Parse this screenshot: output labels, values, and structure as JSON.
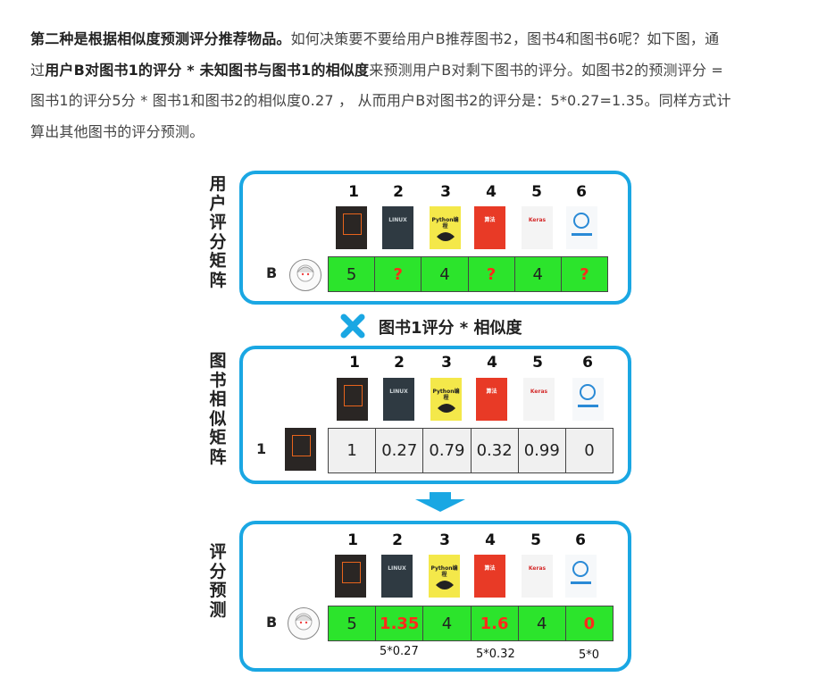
{
  "paragraph": {
    "l1_bold": "第二种是根据相似度预测评分推荐物品。",
    "l1_rest": "如何决策要不要给用户B推荐图书2，图书4和图书6呢？如下图，通",
    "l2_start": "过",
    "l2_bold": "用户B对图书1的评分 * 未知图书与图书1的相似度",
    "l2_rest": "来预测用户B对剩下图书的评分。如图书2的预测评分 =",
    "l3": " 图书1的评分5分 * 图书1和图书2的相似度0.27 ， 从而用户B对图书2的评分是：5*0.27=1.35。同样方式计",
    "l4": "算出其他图书的评分预测。"
  },
  "panel1": {
    "label": [
      "用",
      "户",
      "评",
      "分",
      "矩",
      "阵"
    ],
    "numbers": [
      "1",
      "2",
      "3",
      "4",
      "5",
      "6"
    ],
    "row_label": "B",
    "cells": [
      "5",
      "?",
      "4",
      "?",
      "4",
      "?"
    ]
  },
  "multiply": {
    "text": "图书1评分 * 相似度"
  },
  "panel2": {
    "label": [
      "图",
      "书",
      "相",
      "似",
      "矩",
      "阵"
    ],
    "numbers": [
      "1",
      "2",
      "3",
      "4",
      "5",
      "6"
    ],
    "row_label": "1",
    "cells": [
      "1",
      "0.27",
      "0.79",
      "0.32",
      "0.99",
      "0"
    ]
  },
  "panel3": {
    "label": [
      "评",
      "分",
      "预",
      "测"
    ],
    "numbers": [
      "1",
      "2",
      "3",
      "4",
      "5",
      "6"
    ],
    "row_label": "B",
    "cells": [
      "5",
      "1.35",
      "4",
      "1.6",
      "4",
      "0"
    ],
    "notes": [
      "5*0.27",
      "5*0.32",
      "5*0"
    ]
  },
  "books": [
    {
      "name": "book-cover-1",
      "text": "",
      "bg": "#2a2624",
      "accent": "#e8641c"
    },
    {
      "name": "book-cover-2",
      "text": "LINUX",
      "bg": "#2f3a42",
      "accent": "#cfd6da"
    },
    {
      "name": "book-cover-3",
      "text": "Python编程",
      "bg": "#f4e84a",
      "accent": "#222222"
    },
    {
      "name": "book-cover-4",
      "text": "算法",
      "bg": "#e83a26",
      "accent": "#ffffff"
    },
    {
      "name": "book-cover-5",
      "text": "Keras",
      "bg": "#f4f4f4",
      "accent": "#d42a2a"
    },
    {
      "name": "book-cover-6",
      "text": "",
      "bg": "#f6f8fa",
      "accent": "#2a8ad6"
    }
  ],
  "colors": {
    "panel_border": "#1aa7e3",
    "green": "#2ce42c",
    "red": "#ff2a1a",
    "arrow": "#1aa7e3"
  }
}
